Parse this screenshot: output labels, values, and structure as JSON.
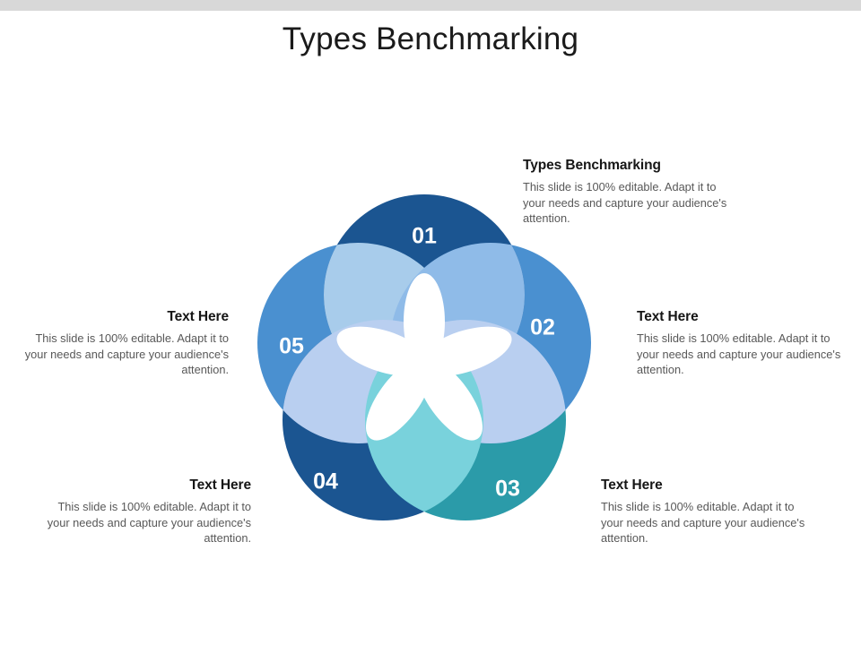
{
  "slide": {
    "title": "Types Benchmarking",
    "background": "#ffffff",
    "top_band_color": "#d8d8d8"
  },
  "body_text": "This slide is 100% editable. Adapt it to your needs and capture your audience's attention.",
  "callouts": [
    {
      "id": "callout-1",
      "title": "Types Benchmarking",
      "body": "This slide is 100% editable. Adapt it to your needs and capture your audience's attention.",
      "align": "left",
      "linked_segment": "01"
    },
    {
      "id": "callout-2",
      "title": "Text Here",
      "body": "This slide is 100% editable. Adapt it to your needs and capture your audience's attention.",
      "align": "left",
      "linked_segment": "02"
    },
    {
      "id": "callout-3",
      "title": "Text Here",
      "body": "This slide is 100% editable. Adapt it to your needs and capture your audience's attention.",
      "align": "left",
      "linked_segment": "03"
    },
    {
      "id": "callout-4",
      "title": "Text Here",
      "body": "This slide is 100% editable. Adapt it to your needs and capture your audience's attention.",
      "align": "right",
      "linked_segment": "04"
    },
    {
      "id": "callout-5",
      "title": "Text Here",
      "body": "This slide is 100% editable. Adapt it to your needs and capture your audience's attention.",
      "align": "right",
      "linked_segment": "05"
    }
  ],
  "chart_data": {
    "type": "pie",
    "title": "Types Benchmarking",
    "variant": "five-circle-overlapping-venn",
    "legend": "none",
    "segments": [
      {
        "label": "01",
        "color": "#1b5591",
        "name": "segment-01",
        "position": "top",
        "angle_deg": 270
      },
      {
        "label": "02",
        "color": "#4a90d0",
        "name": "segment-02",
        "position": "right",
        "angle_deg": 342
      },
      {
        "label": "03",
        "color": "#2b9ba9",
        "name": "segment-03",
        "position": "bottom-right",
        "angle_deg": 54
      },
      {
        "label": "04",
        "color": "#1b5591",
        "name": "segment-04",
        "position": "bottom-left",
        "angle_deg": 126
      },
      {
        "label": "05",
        "color": "#4a90d0",
        "name": "segment-05",
        "position": "left",
        "angle_deg": 198
      }
    ],
    "overlap_colors": {
      "light_blue_petal": "#a8cceb",
      "mid_blue_petal": "#8fbbe8",
      "pale_blue_petal": "#b9cff0",
      "light_teal_petal": "#79d2dc",
      "center_flower": "#ffffff"
    },
    "label_text_color": "#ffffff",
    "label_font_size_px": 24
  }
}
